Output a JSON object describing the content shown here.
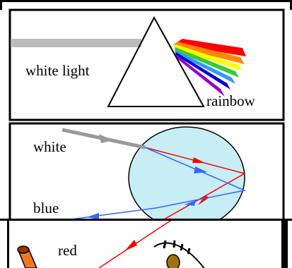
{
  "panels": {
    "prism": {
      "label_white_light": "white light",
      "label_rainbow": "rainbow",
      "rainbow_colors": [
        "#ff0000",
        "#ff8800",
        "#ffff00",
        "#33cc33",
        "#3399ff",
        "#0000dd",
        "#9900cc"
      ]
    },
    "raindrop": {
      "label_white": "white",
      "label_blue": "blue",
      "drop_fill": "#c6eef4",
      "red_ray_color": "#ff0000",
      "blue_ray_color": "#3366ff",
      "white_ray_color": "#999999"
    },
    "observer": {
      "label_red": "red"
    }
  }
}
